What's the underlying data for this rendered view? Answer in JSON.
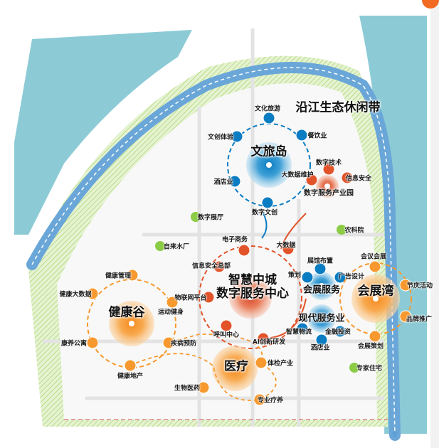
{
  "colors": {
    "river": "#8ccbd6",
    "green": "#cfe8a8",
    "blue_node": "#0a7cc2",
    "orange_node": "#f7992f",
    "red_node": "#e2532a",
    "green_dot": "#8ccb45",
    "arrow": "#6aa7d8"
  },
  "belt": {
    "title": "沿江生态休闲带"
  },
  "clusters": {
    "wenlv": {
      "title": "文旅岛",
      "nodes": [
        "文化旅游",
        "餐饮业",
        "文创体验",
        "酒店业",
        "数字文创"
      ]
    },
    "digital_park": {
      "title": "数字服务产业园",
      "nodes": [
        "数字技术",
        "大数据维护",
        "信息安全"
      ]
    },
    "center": {
      "title_line1": "智慧中城",
      "title_line2": "数字服务中心",
      "nodes": [
        "电子商务",
        "大数据",
        "信息安全总部",
        "物联网平台",
        "呼叫中心",
        "AI创新研发"
      ]
    },
    "expo_service": {
      "title": "会展服务",
      "nodes": [
        "展馆布置",
        "策划",
        "广告设计"
      ]
    },
    "modern_service": {
      "title": "现代服务业",
      "nodes": [
        "智慧物流",
        "金融投资",
        "酒店业"
      ]
    },
    "expo_bay": {
      "title": "会展湾",
      "nodes": [
        "会议会展",
        "节庆活动",
        "品牌推广",
        "会展策划"
      ]
    },
    "health": {
      "title": "健康谷",
      "nodes": [
        "健康管理",
        "健康大数据",
        "运动健身",
        "康养公寓",
        "疾病预防",
        "健康地产"
      ]
    },
    "medical": {
      "title": "医疗",
      "nodes": [
        "生物医药",
        "专业疗养",
        "体检产业"
      ]
    }
  },
  "facilities": [
    "数字展厅",
    "农科院",
    "自来水厂",
    "专家住宅"
  ]
}
